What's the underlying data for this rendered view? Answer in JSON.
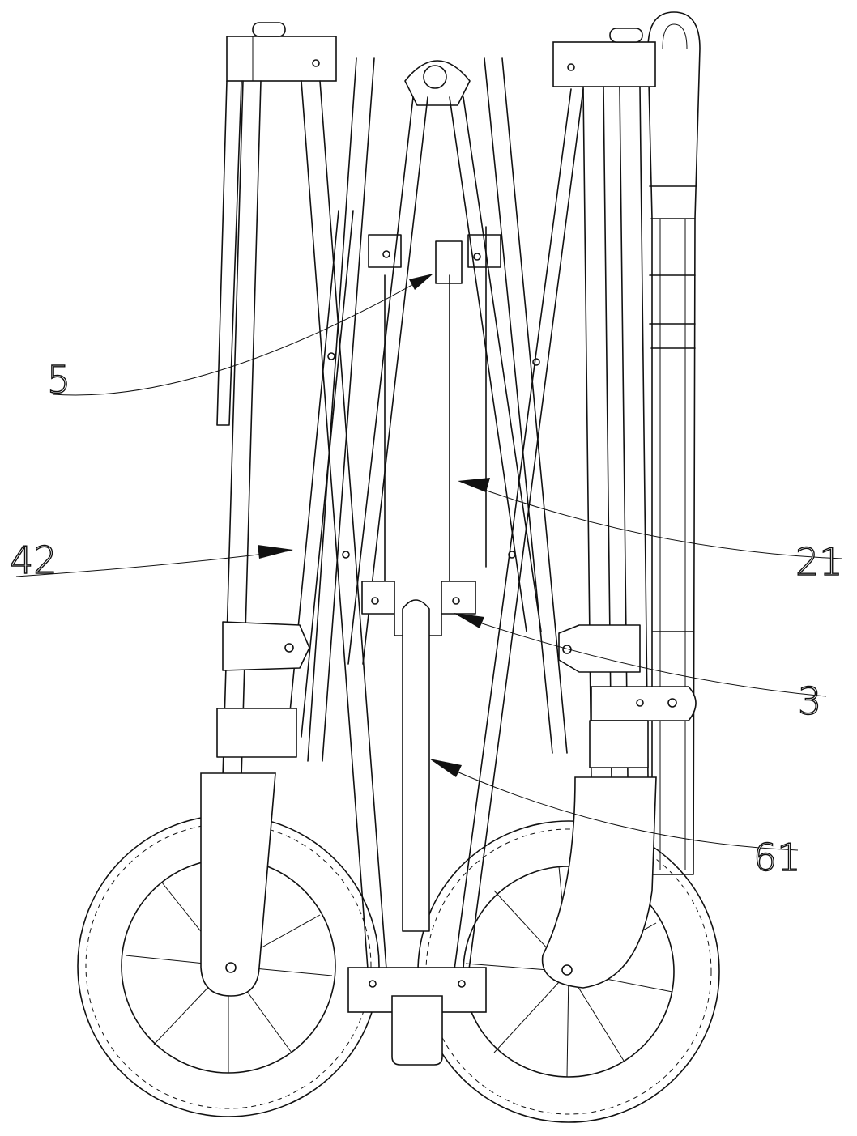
{
  "figure": {
    "labels": {
      "part_5": "5",
      "part_42": "42",
      "part_21": "21",
      "part_3": "3",
      "part_61": "61"
    },
    "colors": {
      "line": "#111111",
      "background": "#ffffff"
    }
  }
}
